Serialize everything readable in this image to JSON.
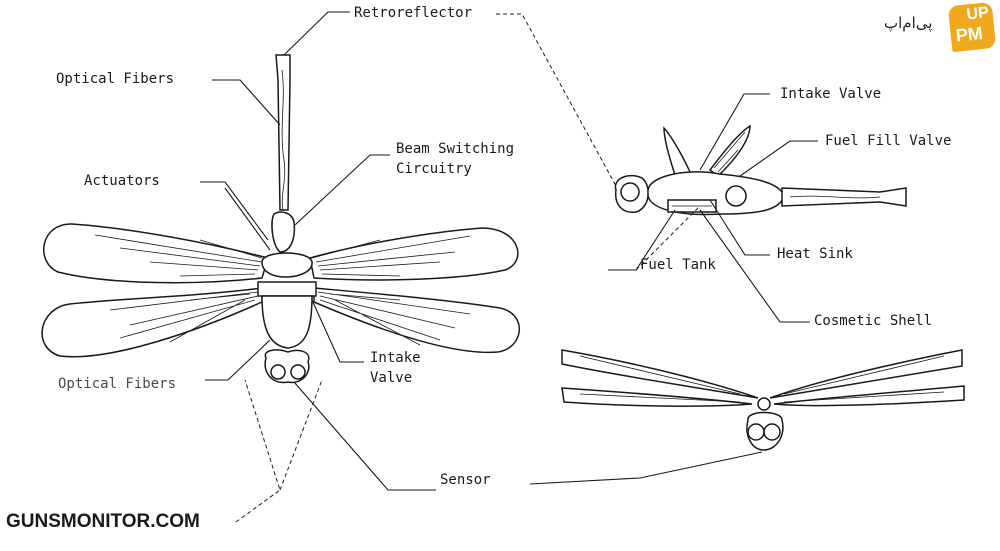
{
  "labels": {
    "retroreflector": "Retroreflector",
    "optical_fibers_top": "Optical Fibers",
    "beam_switching_1": "Beam Switching",
    "beam_switching_2": "Circuitry",
    "actuators": "Actuators",
    "intake_valve_left_1": "Intake",
    "intake_valve_left_2": "Valve",
    "optical_fibers_bottom": "Optical Fibers",
    "intake_valve_right": "Intake Valve",
    "fuel_fill_valve": "Fuel Fill Valve",
    "heat_sink": "Heat Sink",
    "fuel_tank": "Fuel Tank",
    "cosmetic_shell": "Cosmetic Shell",
    "sensor": "Sensor"
  },
  "watermark": "GUNSMONITOR.COM",
  "logo": {
    "script": "پی‌ام‌اپ",
    "badge_top": "UP",
    "badge_bottom": "PM",
    "badge_color": "#f0a91e"
  }
}
